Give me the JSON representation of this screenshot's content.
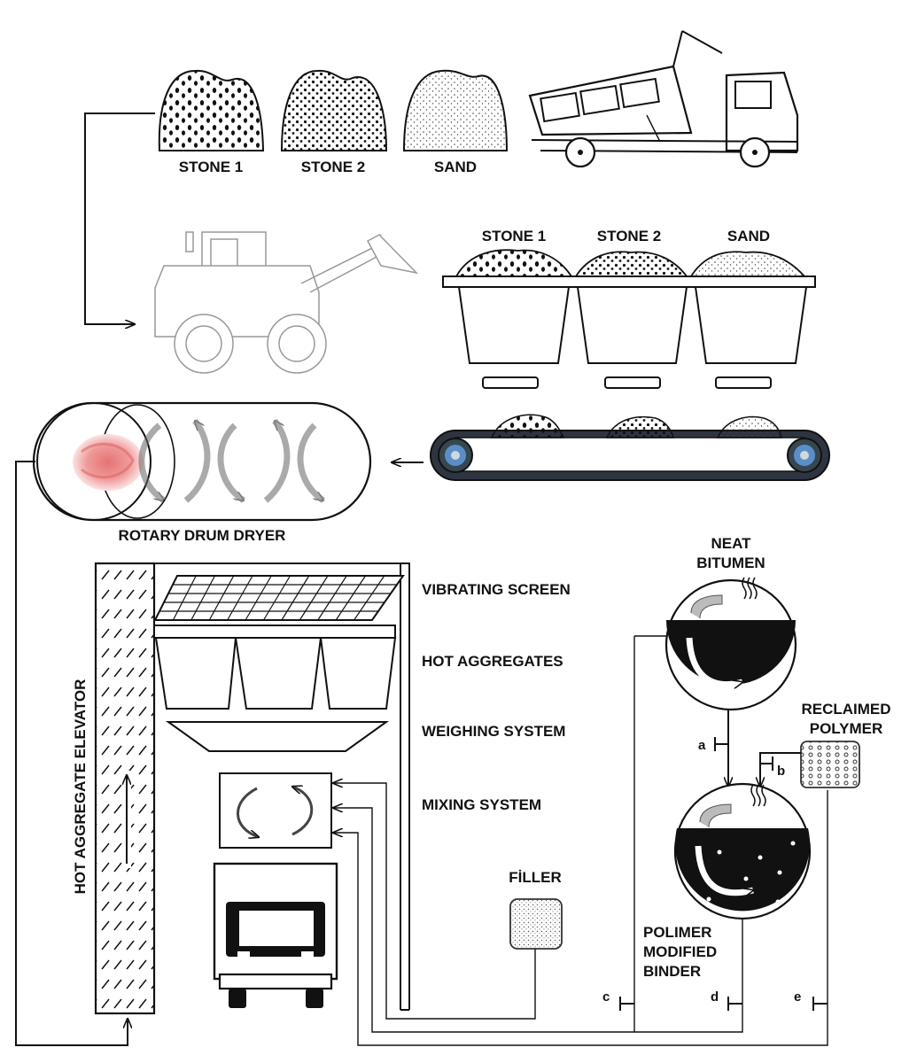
{
  "stockpiles": {
    "stone1": "STONE 1",
    "stone2": "STONE 2",
    "sand": "SAND"
  },
  "cold_bins": {
    "stone1": "STONE 1",
    "stone2": "STONE 2",
    "sand": "SAND"
  },
  "dryer": {
    "label": "ROTARY DRUM DRYER"
  },
  "elevator": {
    "label": "HOT AGGREGATE ELEVATOR"
  },
  "plant": {
    "vibrating_screen": "VIBRATING SCREEN",
    "hot_aggregates": "HOT AGGREGATES",
    "weighing_system": "WEIGHING SYSTEM",
    "mixing_system": "MIXING SYSTEM"
  },
  "filler": {
    "label": "FİLLER"
  },
  "bitumen": {
    "line1": "NEAT",
    "line2": "BITUMEN"
  },
  "polymer": {
    "line1": "RECLAIMED",
    "line2": "POLYMER"
  },
  "pmb": {
    "line1": "POLIMER",
    "line2": "MODIFIED",
    "line3": "BINDER"
  },
  "valves": {
    "a": "a",
    "b": "b",
    "c": "c",
    "d": "d",
    "e": "e"
  }
}
